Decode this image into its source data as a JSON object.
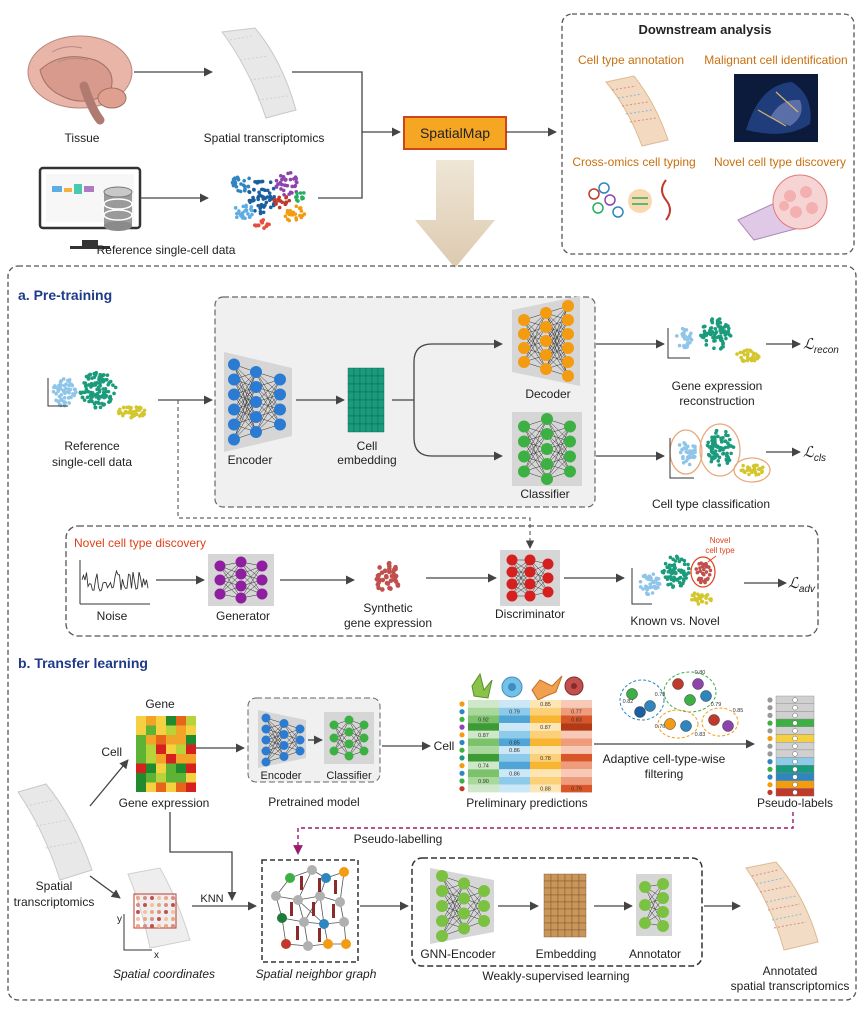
{
  "top": {
    "tissue": "Tissue",
    "spatial_transcriptomics": "Spatial transcriptomics",
    "reference_single_cell": "Reference single-cell data",
    "spatialmap": "SpatialMap"
  },
  "downstream": {
    "title": "Downstream analysis",
    "cell_type_annotation": "Cell type annotation",
    "malignant": "Malignant cell identification",
    "cross_omics": "Cross-omics cell typing",
    "novel": "Novel cell type discovery"
  },
  "pretraining": {
    "title": "a. Pre-training",
    "reference_line1": "Reference",
    "reference_line2": "single-cell data",
    "encoder": "Encoder",
    "cell_embedding_line1": "Cell",
    "cell_embedding_line2": "embedding",
    "decoder": "Decoder",
    "classifier": "Classifier",
    "recon_line1": "Gene expression",
    "recon_line2": "reconstruction",
    "cls_label": "Cell type classification",
    "loss_recon_main": "ℒ",
    "loss_recon_sub": "recon",
    "loss_cls_main": "ℒ",
    "loss_cls_sub": "cls",
    "novel_box_title": "Novel cell type discovery",
    "noise": "Noise",
    "generator": "Generator",
    "synthetic_line1": "Synthetic",
    "synthetic_line2": "gene expression",
    "discriminator": "Discriminator",
    "known_vs_novel": "Known vs. Novel",
    "novel_cell_type_line1": "Novel",
    "novel_cell_type_line2": "cell type",
    "loss_adv_main": "ℒ",
    "loss_adv_sub": "adv"
  },
  "transfer": {
    "title": "b. Transfer learning",
    "gene": "Gene",
    "cell": "Cell",
    "gene_expression": "Gene expression",
    "encoder": "Encoder",
    "classifier": "Classifier",
    "pretrained_model": "Pretrained model",
    "cell2": "Cell",
    "preliminary_predictions": "Preliminary predictions",
    "filtering_line1": "Adaptive cell-type-wise",
    "filtering_line2": "filtering",
    "pseudo_labels": "Pseudo-labels",
    "pseudo_labelling": "Pseudo-labelling",
    "spatial_line1": "Spatial",
    "spatial_line2": "transcriptomics",
    "knn": "KNN",
    "spatial_coordinates": "Spatial coordinates",
    "axis_y": "y",
    "axis_x": "x",
    "neighbor_graph": "Spatial neighbor graph",
    "gnn_encoder": "GNN-Encoder",
    "embedding": "Embedding",
    "annotator": "Annotator",
    "weakly": "Weakly-supervised learning",
    "annotated_line1": "Annotated",
    "annotated_line2": "spatial transcriptomics",
    "prediction_values": [
      "0.85",
      "0.79",
      "0.77",
      "0.92",
      "0.83",
      "0.87",
      "0.87",
      "0.85",
      "0.86",
      "0.78",
      "0.74",
      "0.86",
      "0.90",
      "0.88",
      "0.79"
    ],
    "cluster_values": [
      "0.82",
      "0.75",
      "0.80",
      "0.79",
      "0.76",
      "0.83",
      "0.85"
    ]
  },
  "colors": {
    "spatialmap_fill": "#f5a623",
    "spatialmap_border": "#d0441a",
    "section_title": "#1f3a8a",
    "novel_red": "#e0401a",
    "blue_node": "#2a7bd1",
    "orange_node": "#f39c12",
    "green_node": "#3cb043",
    "purple_node": "#8e1f9e",
    "red_node": "#d62020",
    "teal": "#1a9b7c",
    "grid_brown": "#c8955a"
  }
}
